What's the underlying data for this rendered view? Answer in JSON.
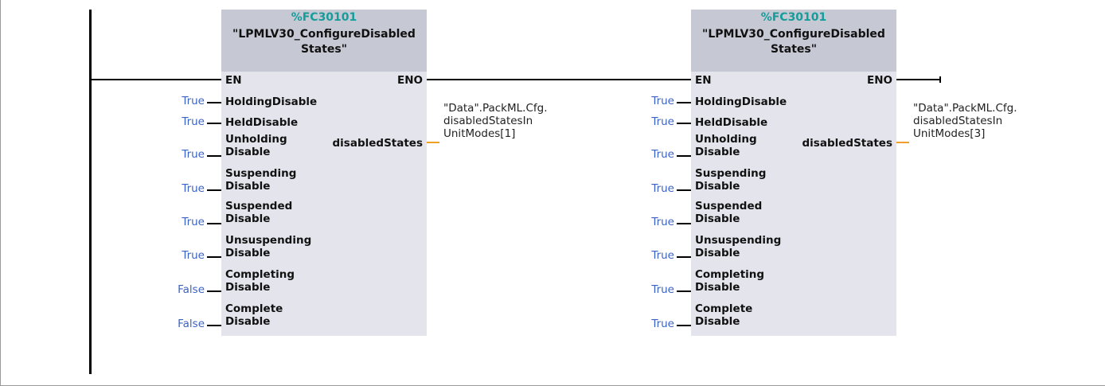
{
  "blocks": [
    {
      "number": "%FC30101",
      "name": "\"LPMLV30_ConfigureDisabled\nStates\"",
      "en_label": "EN",
      "eno_label": "ENO",
      "inputs": [
        {
          "label": "HoldingDisable",
          "value": "True"
        },
        {
          "label": "HeldDisable",
          "value": "True"
        },
        {
          "label": "Unholding\nDisable",
          "value": "True"
        },
        {
          "label": "Suspending\nDisable",
          "value": "True"
        },
        {
          "label": "Suspended\nDisable",
          "value": "True"
        },
        {
          "label": "Unsuspending\nDisable",
          "value": "True"
        },
        {
          "label": "Completing\nDisable",
          "value": "False"
        },
        {
          "label": "Complete\nDisable",
          "value": "False"
        }
      ],
      "output_label": "disabledStates",
      "output_operand": "\"Data\".PackML.Cfg.\ndisabledStatesIn\nUnitModes[1]"
    },
    {
      "number": "%FC30101",
      "name": "\"LPMLV30_ConfigureDisabled\nStates\"",
      "en_label": "EN",
      "eno_label": "ENO",
      "inputs": [
        {
          "label": "HoldingDisable",
          "value": "True"
        },
        {
          "label": "HeldDisable",
          "value": "True"
        },
        {
          "label": "Unholding\nDisable",
          "value": "True"
        },
        {
          "label": "Suspending\nDisable",
          "value": "True"
        },
        {
          "label": "Suspended\nDisable",
          "value": "True"
        },
        {
          "label": "Unsuspending\nDisable",
          "value": "True"
        },
        {
          "label": "Completing\nDisable",
          "value": "True"
        },
        {
          "label": "Complete\nDisable",
          "value": "True"
        }
      ],
      "output_label": "disabledStates",
      "output_operand": "\"Data\".PackML.Cfg.\ndisabledStatesIn\nUnitModes[3]"
    }
  ]
}
